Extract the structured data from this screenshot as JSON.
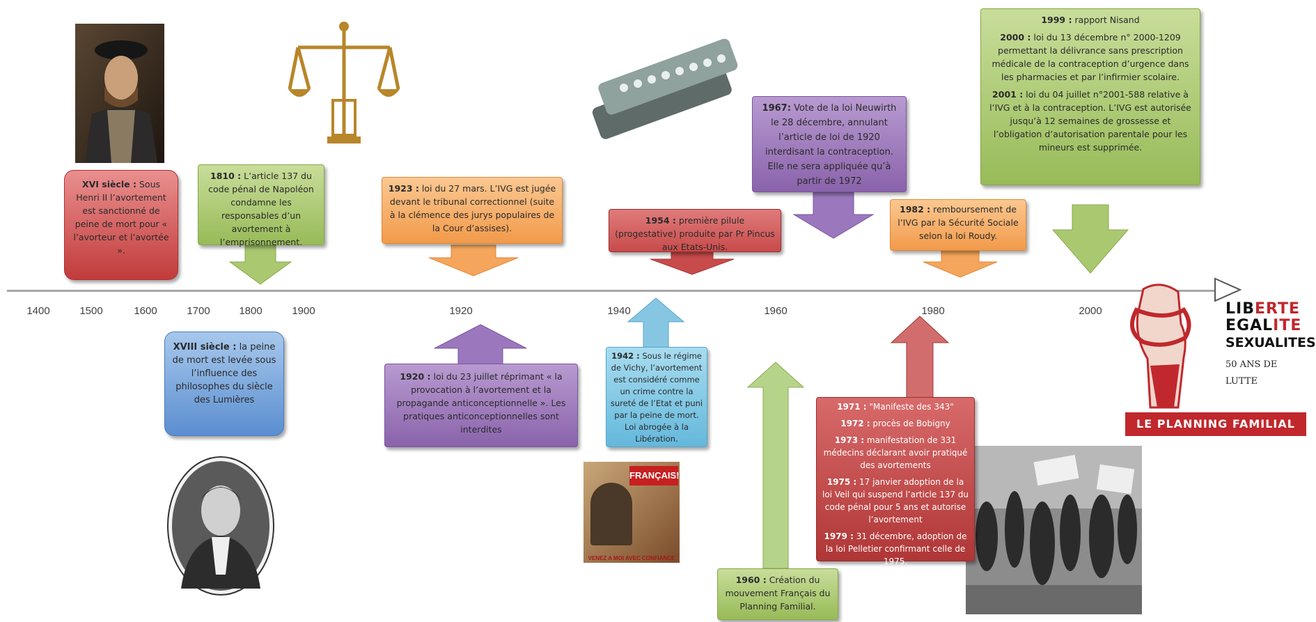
{
  "axis": {
    "ticks": [
      "1400",
      "1500",
      "1600",
      "1700",
      "1800",
      "1900",
      "1920",
      "1940",
      "1960",
      "1980",
      "2000"
    ]
  },
  "events": {
    "e16": {
      "year": "XVI siècle :",
      "text": " Sous Henri II l’avortement est sanctionné de peine de mort pour « l’avorteur et l’avortée »."
    },
    "e1810": {
      "year": "1810 :",
      "text": " L’article 137 du code pénal de Napoléon condamne les responsables d’un avortement à l’emprisonnement."
    },
    "e18": {
      "year": "XVIII siècle :",
      "text": " la peine de mort est levée sous l’influence des philosophes du siècle des Lumières"
    },
    "e1923": {
      "year": "1923 :",
      "text": " loi du 27 mars. L’IVG est jugée devant le tribunal correctionnel (suite à la clémence des jurys populaires de la Cour d’assises)."
    },
    "e1920": {
      "year": "1920 :",
      "text": " loi du 23 juillet réprimant « la provocation à l’avortement et la propagande anticonceptionnelle ». Les pratiques anticonceptionnelles sont interdites"
    },
    "e1954": {
      "year": "1954 :",
      "text": " première pilule (progestative) produite par Pr Pincus aux Etats-Unis."
    },
    "e1942": {
      "year": "1942 :",
      "text": " Sous le régime de Vichy, l’avortement est considéré comme un crime contre la sureté de l’Etat et puni par la peine de mort. Loi abrogée à la Libération."
    },
    "e1967": {
      "year": "1967:",
      "text": " Vote de la loi Neuwirth le 28 décembre, annulant l’article de loi de 1920 interdisant la contraception. Elle ne sera appliquée qu’à partir de 1972"
    },
    "e1960": {
      "year": "1960 :",
      "text": " Création du mouvement Français du Planning Familial."
    },
    "e1982": {
      "year": "1982 :",
      "text": " remboursement de l’IVG par la Sécurité Sociale selon la loi Roudy."
    },
    "e1970s": [
      {
        "year": "1971 :",
        "text": " \"Manifeste des 343\""
      },
      {
        "year": "1972 :",
        "text": " procès de Bobigny"
      },
      {
        "year": "1973 :",
        "text": " manifestation de 331 médecins déclarant avoir pratiqué des avortements"
      },
      {
        "year": "1975 :",
        "text": " 17 janvier adoption de la loi Veil qui suspend l’article 137 du code pénal pour 5 ans et autorise l’avortement"
      },
      {
        "year": "1979 :",
        "text": " 31 décembre, adoption de la loi Pelletier confirmant celle de 1975."
      }
    ],
    "e2000s": [
      {
        "year": "1999 :",
        "text": " rapport Nisand"
      },
      {
        "year": "2000 :",
        "text": " loi du 13 décembre n° 2000-1209 permettant la délivrance sans prescription médicale de la contraception d’urgence dans les pharmacies et par l’infirmier scolaire."
      },
      {
        "year": "2001 :",
        "text": " loi du 04 juillet n°2001-588 relative à l’IVG et à la contraception. L’IVG est autorisée jusqu’à 12 semaines de grossesse et l’obligation d’autorisation parentale pour les mineurs est supprimée."
      }
    ]
  },
  "poster": {
    "title": "FRANÇAIS!",
    "footer": "VENEZ A MOI AVEC CONFIANCE"
  },
  "logo": {
    "line1a": "LIB",
    "line1b": "ERTE",
    "line2a": "EGAL",
    "line2b": "ITE",
    "line3": "SEXUALITES",
    "years": "50 ANS DE LUTTE",
    "banner": "LE PLANNING FAMILIAL"
  },
  "colors": {
    "axis": "#a6a6a6",
    "logoRed": "#c0282d"
  }
}
